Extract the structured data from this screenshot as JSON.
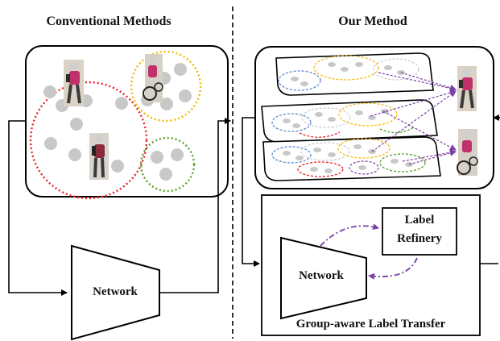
{
  "left_panel": {
    "title": "Conventional Methods",
    "network_label": "Network"
  },
  "right_panel": {
    "title": "Our Method",
    "network_label": "Network",
    "refinery_label_line1": "Label",
    "refinery_label_line2": "Refinery",
    "caption": "Group-aware Label Transfer"
  },
  "colors": {
    "cluster_red": "#e8232a",
    "cluster_yellow": "#f2b705",
    "cluster_green": "#5aa02c",
    "cluster_blue": "#4f7fd0",
    "sample_dot": "#c8c8c8",
    "transfer_arrow": "#7a3fa5",
    "person_jacket": "#c0306a"
  }
}
